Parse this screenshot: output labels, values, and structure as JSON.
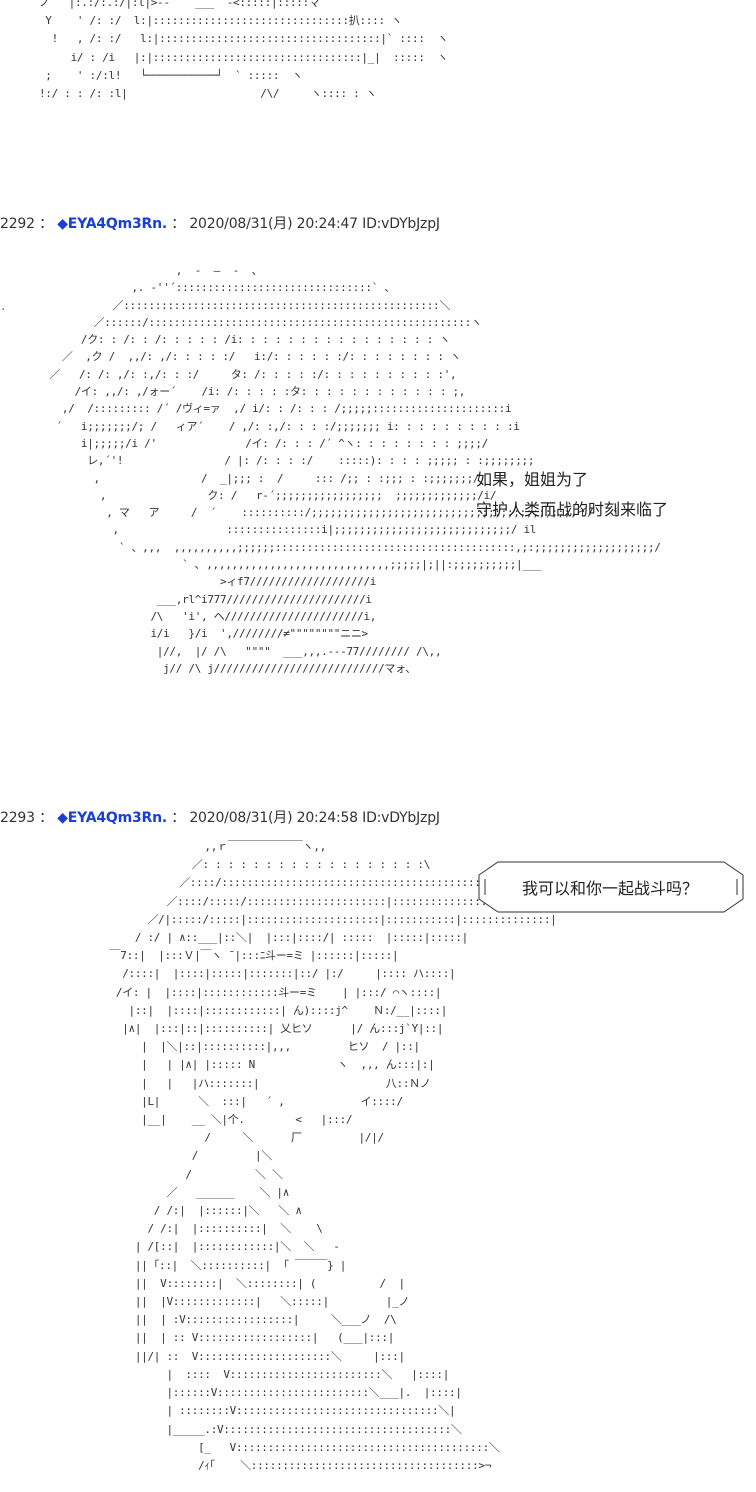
{
  "art_top": "   ノ   |:.:/:.:/|:l|>--    ___  -<:::::|:::::マ\n    Y    ' /: :/  l:|:::::::::::::::::::::::::::::::扒:::: ヽ\n     !   , /: :/   l:|:::::::::::::::::::::::::::::::::::|` ::::  ヽ\n        i/ : /i   |:|:::::::::::::::::::::::::::::::::|_|  :::::  ヽ\n    ;    ' :/:l!   └───────────┘  ` :::::  ヽ\n   !:/ : : /: :l|                     /\\/     ヽ:::: : ヽ",
  "posts": [
    {
      "number": "2292",
      "separator": "：",
      "diamond": "◆",
      "name": "EYA4Qm3Rn.",
      "colon": "：",
      "datetime": "2020/08/31(月) 20:24:47",
      "id": "ID:vDYbJzpJ",
      "art": "                        ,  -  ―  -  、\n                 ,. -''´:::::::::::::::::::::::::::::::` 、\n              ／::::::::::::::::::::::::::::::::::::::::::::::::::＼\n           ／::::::/:::::::::::::::::::::::::::::::::::::::::::::::::::ヽ\n         /ク: : /: : /: : : : : /i: : : : : : : : : : : : : : : : ヽ\n      ／  ,ク /  ,,/: ,/: : : : :/   i:/: : : : : :/: : : : : : : : ヽ\n    ／   /: /: ,/: :,/: : :/     タ: /: : : : :/: : : : : : : : : :',\n        /イ: ,,/: ,/ォー´    /i: /: : : : :タ: : : : : : : : : : : : ;,\n      ,/  /::::::::: /´ /ヴィ=ァ  ,/ i/: : /: : : /;;;;;:::::::::::::::::::::i\n     ´   i;;;;;;;/; /   ィア´    / ,/: :,/: : : :/;;;;;;; i: : : : : : : : : :i\n         i|;;;;;/i /'              /イ: /: : : /´ ^ヽ: : : : : : : : ;;;;/\n          レ,´'!                / |: /: : : :/    :::::): : : : ;;;;; : :;;;;;;;;\n           ,                /  _|;;; :  /     ::: /;; : :;;; : :;;;;;;;/\n            ,                ク: /   r‐´;;;;;;;;;;;;;;;;;  ;;;;;;;;;;;;;/i/\n             , マ   ア     /  ´    ::::::::::/;;;;;;;;;;;;;;;;;;;;;;;;;;;;;;;;;;;;;;;;;,イ/   i\n              ,                 :::::::::::::::i|;;;;;;;;;;;;;;;;;;;;;;;;;;;;/ il\n               ` 、,,,  ,,,,,,,,,,;;;;;;::::::::::::::::::::::::::::::::::::::,;:;;;;;;;;;;;;;;;;;;;/\n                         ` ､ ,,,,,,,,,,,,,,,,,,,,,,,,,,,,,;;;;;|;||:;;;;;;;;;;|___\n                               >ィf7///////////////////i\n                     ___,rl^i777//////////////////////i\n                    /\\   'i', ヘ//////////////////////i,\n                    i/i   }/i  ',////////≠\"\"\"\"\"\"\"\"ニニ>\n                     |//,  |/ /\\   \"\"\"\"  ___,,,.--‐77//////// /\\,,\n                      j// /\\ j///////////////////////////マォ、",
      "dialogue_lines": [
        "如果，姐姐为了",
        "守护人类而战的时刻来临了"
      ]
    },
    {
      "number": "2293",
      "separator": "：",
      "diamond": "◆",
      "name": "EYA4Qm3Rn.",
      "colon": "：",
      "datetime": "2020/08/31(月) 20:24:58",
      "id": "ID:vDYbJzpJ",
      "art": "                          ,,ｒ￣￣￣￣￣￣￣ヽ,,\n                        ／: : : : : : : : : : : : : : : : : :\\\n                      ／::::/::::::::::::::::::::::::::::::::::::::::::::::::＼\n                    ／::::/:::::/::::::::::::::::::::::|::::::::::::::::::::::::::|\n                 ／/|:::::/:::::|:::::::::::::::::::::|:::::::::::|::::::::::::::|\n               / :/ | ∧::___|::＼|  |:::|::::/| :::::  |:::::|:::::|\n           ￣7::|  |:::Ｖ|￣ヽ ̄ |:::ﾆ斗ー=ミ |::::::|:::::|\n             /::::|  |::::|:::::|:::::::|::/ |:/     |:::: ハ::::|\n            /イ: |  |::::|::::::::::::斗ー=ミ    | |:::/ ⌒ヽ::::|\n              |::|  |::::|::::::::::::| ん)::::j^    Ｎ:/__|::::|\n             |∧|  |:::|::|::::::::::| 乂ヒソ      |/ ん:::j`Y|::|\n                |  |＼|::|::::::::::|,,,         ヒソ  / |::|\n                |   | |∧| |::::: N             ヽ  ,,, ん:::|:|\n                |   |   |ハ:::::::|                    八::Ｎノ\n                |L|      ＼  :::|   ´ ,            イ::::/\n                |__|    __ ＼|个.        <   |:::/\n                          /     ＼      厂         |/|/\n                        /         |＼    \n                       /          ＼ ＼\n                    ／   ______    ＼ |∧\n                  / /:|  |::::::|＼   ＼ ∧\n                 / /:|  |::::::::::|  ＼    \\\n               | /[::|  |::::::::::::|＼  ＼   ‐\n               || ｢::|  ＼::::::::::|  ｢ ￣￣￣} |\n               ||  V::::::::|  ＼::::::::| (          /  |\n               ||  |V:::::::::::::|   ＼:::::|         |_ノ\n               ||  | :V:::::::::::::::::|     ＼___ノ  /\\\n               ||  | :: V::::::::::::::::::|   (___|:::|\n               ||/| ::  V:::::::::::::::::::::＼     |:::|\n                    |  ::::  V::::::::::::::::::::::::＼   |::::|\n                    |::::::V::::::::::::::::::::::::＼___|.  |::::|\n                    | ::::::::V::::::::::::::::::::::::::::::::＼|\n                    |_____.:V::::::::::::::::::::::::::::::::::::＼\n                         [_   V::::::::::::::::::::::::::::::::::::::::＼\n                         /ｨ｢    ＼::::::::::::::::::::::::::::::::::::>¬",
      "bubble_text": "我可以和你一起战斗吗？"
    }
  ]
}
